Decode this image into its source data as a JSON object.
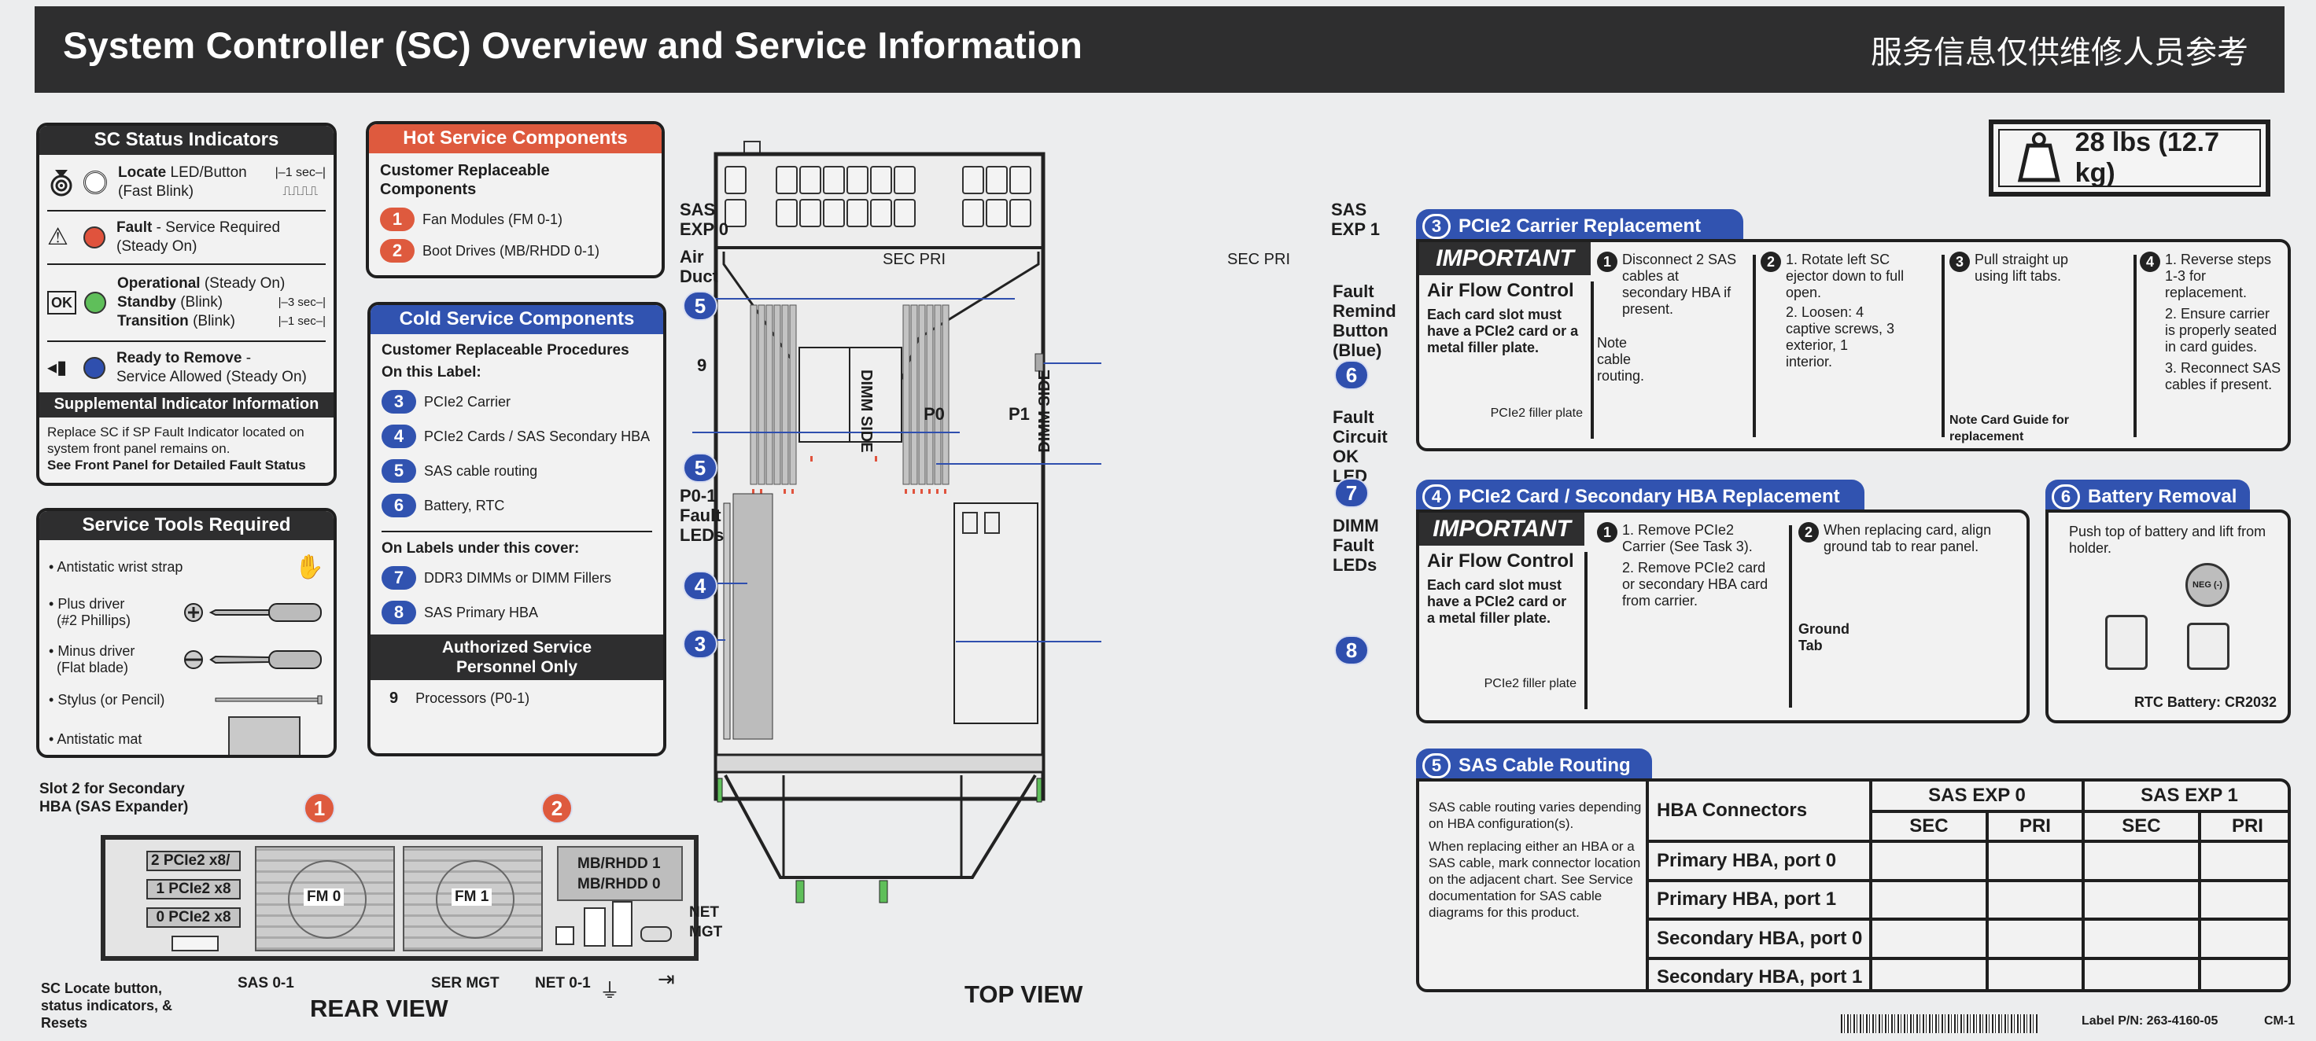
{
  "header": {
    "title": "System Controller (SC) Overview and Service Information",
    "chinese_note": "服务信息仅供维修人员参考"
  },
  "weight": {
    "icon": "weight-icon",
    "label": "28 lbs (12.7 kg)"
  },
  "status_indicators": {
    "title": "SC Status Indicators",
    "items": [
      {
        "icon": "locate-icon",
        "led_color": "#ffffff",
        "name": "Locate",
        "rest": " LED/Button",
        "sub": "(Fast Blink)",
        "timing": "1 sec"
      },
      {
        "icon": "warning-icon",
        "led_color": "#e0533d",
        "name": "Fault",
        "rest": " - Service Required",
        "sub": "(Steady On)",
        "timing": ""
      },
      {
        "icon": "ok-icon",
        "led_color": "#5fbf5a",
        "lines": [
          {
            "name": "Operational",
            "rest": " (Steady On)",
            "timing": ""
          },
          {
            "name": "Standby",
            "rest": " (Blink)",
            "timing": "3 sec"
          },
          {
            "name": "Transition",
            "rest": " (Blink)",
            "timing": "1 sec"
          }
        ]
      },
      {
        "icon": "remove-icon",
        "led_color": "#2f4fae",
        "name": "Ready to Remove",
        "rest": " -",
        "sub": "Service Allowed (Steady On)",
        "timing": ""
      }
    ],
    "supplemental_title": "Supplemental Indicator Information",
    "supplemental_text": "Replace SC if SP Fault Indicator located on system front panel remains on.",
    "supplemental_bold": "See Front Panel for Detailed Fault Status"
  },
  "tools": {
    "title": "Service Tools Required",
    "items": [
      {
        "label": "Antistatic wrist strap",
        "sub": "",
        "icon": "wrist-strap-icon"
      },
      {
        "label": "Plus driver",
        "sub": "(#2 Phillips)",
        "icon": "phillips-screwdriver-icon"
      },
      {
        "label": "Minus driver",
        "sub": "(Flat blade)",
        "icon": "flat-screwdriver-icon"
      },
      {
        "label": "Stylus (or Pencil)",
        "sub": "",
        "icon": "stylus-icon"
      },
      {
        "label": "Antistatic mat",
        "sub": "",
        "icon": "antistatic-mat-icon"
      }
    ]
  },
  "hot_service": {
    "title": "Hot Service Components",
    "subtitle": "Customer Replaceable Components",
    "items": [
      {
        "num": "1",
        "label": "Fan Modules (FM 0-1)"
      },
      {
        "num": "2",
        "label": "Boot Drives (MB/RHDD 0-1)"
      }
    ]
  },
  "cold_service": {
    "title": "Cold Service Components",
    "subtitle": "Customer Replaceable Procedures",
    "on_label": "On this Label:",
    "items": [
      {
        "num": "3",
        "label": "PCIe2 Carrier"
      },
      {
        "num": "4",
        "label": "PCIe2 Cards / SAS Secondary HBA"
      },
      {
        "num": "5",
        "label": "SAS cable routing"
      },
      {
        "num": "6",
        "label": "Battery, RTC"
      }
    ],
    "under_cover": "On Labels under this cover:",
    "under_items": [
      {
        "num": "7",
        "label": "DDR3 DIMMs or DIMM Fillers"
      },
      {
        "num": "8",
        "label": "SAS Primary HBA"
      }
    ],
    "authorized_title": "Authorized Service Personnel Only",
    "authorized_items": [
      {
        "num": "9",
        "label": "Processors (P0-1)"
      }
    ]
  },
  "rear_view": {
    "title": "REAR VIEW",
    "slot_note": "Slot 2 for Secondary HBA (SAS Expander)",
    "slots": [
      "2 PCIe2 x8/",
      "1 PCIe2 x8",
      "0 PCIe2 x8"
    ],
    "fans": [
      "FM 0",
      "FM 1"
    ],
    "drives": [
      "MB/RHDD 1",
      "MB/RHDD 0"
    ],
    "callouts": {
      "fan": "1",
      "drive": "2"
    },
    "labels": {
      "sc_locate": "SC Locate button, status indicators, & Resets",
      "sas": "SAS 0-1",
      "ser_mgt": "SER MGT",
      "net": "NET 0-1",
      "net_mgt": "NET MGT",
      "usb_icon": "usb-icon",
      "video_icon": "video-port-icon"
    }
  },
  "top_view": {
    "title": "TOP VIEW",
    "left_labels": {
      "sas_exp0": "SAS EXP 0",
      "air_duct": "Air Duct",
      "processor": "9",
      "p01_fault": "P0-1 Fault LEDs"
    },
    "right_labels": {
      "sas_exp1": "SAS EXP 1",
      "fault_remind": "Fault Remind Button (Blue)",
      "fault_circuit": "Fault Circuit OK LED",
      "dimm_fault": "DIMM Fault LEDs"
    },
    "connectors": [
      "SEC PRI",
      "SEC PRI"
    ],
    "cpus": [
      "P0",
      "P1"
    ],
    "dimm_side": "DIMM SIDE",
    "callouts": [
      "5",
      "5",
      "4",
      "3",
      "6",
      "7",
      "8"
    ]
  },
  "pcie_carrier": {
    "num": "3",
    "title": "PCIe2 Carrier Replacement",
    "important": "IMPORTANT",
    "airflow_title": "Air Flow Control",
    "airflow_text": "Each card slot must have a PCIe2 card or a metal filler plate.",
    "filler_label": "PCIe2 filler plate",
    "steps": [
      {
        "num": "1",
        "lines": [
          "Disconnect 2 SAS cables at secondary HBA if present."
        ],
        "note": "Note cable routing."
      },
      {
        "num": "2",
        "lines": [
          "1. Rotate left SC ejector down to full open.",
          "2. Loosen: 4 captive screws, 3 exterior, 1 interior."
        ],
        "note": ""
      },
      {
        "num": "3",
        "lines": [
          "Pull straight up using lift tabs."
        ],
        "note": "Note Card Guide for replacement"
      },
      {
        "num": "4",
        "lines": [
          "1. Reverse steps 1-3 for replacement.",
          "2. Ensure carrier is properly seated in card guides.",
          "3. Reconnect SAS cables if present."
        ],
        "note": ""
      }
    ]
  },
  "pcie_card": {
    "num": "4",
    "title": "PCIe2 Card / Secondary HBA Replacement",
    "important": "IMPORTANT",
    "airflow_title": "Air Flow Control",
    "airflow_text": "Each card slot must have a PCIe2 card or a metal filler plate.",
    "filler_label": "PCIe2 filler plate",
    "steps": [
      {
        "num": "1",
        "lines": [
          "1. Remove PCIe2 Carrier (See Task 3).",
          "2. Remove PCIe2 card or secondary HBA card from carrier."
        ]
      },
      {
        "num": "2",
        "lines": [
          "When replacing card, align ground tab to rear panel."
        ],
        "note": "Ground Tab"
      }
    ]
  },
  "battery": {
    "num": "6",
    "title": "Battery Removal",
    "text": "Push top of battery and lift from holder.",
    "battery_mark": "NEG (-)",
    "footer": "RTC Battery: CR2032"
  },
  "sas_routing": {
    "num": "5",
    "title": "SAS Cable Routing",
    "text1": "SAS cable routing varies depending on HBA configuration(s).",
    "text2": "When replacing either an HBA or a SAS cable, mark connector location on the adjacent chart. See Service documentation for SAS cable diagrams for this product.",
    "table": {
      "row_header": "HBA Connectors",
      "groups": [
        "SAS EXP 0",
        "SAS EXP 1"
      ],
      "subcols": [
        "SEC",
        "PRI",
        "SEC",
        "PRI"
      ],
      "rows": [
        "Primary HBA, port 0",
        "Primary HBA, port 1",
        "Secondary HBA, port 0",
        "Secondary HBA, port 1"
      ]
    }
  },
  "footer": {
    "part_number": "Label P/N: 263-4160-05",
    "code": "CM-1"
  },
  "colors": {
    "hot": "#de5a3e",
    "cold": "#3153b0",
    "dark": "#2e2e2f",
    "led_green": "#5fbf5a",
    "led_red": "#e0533d"
  }
}
